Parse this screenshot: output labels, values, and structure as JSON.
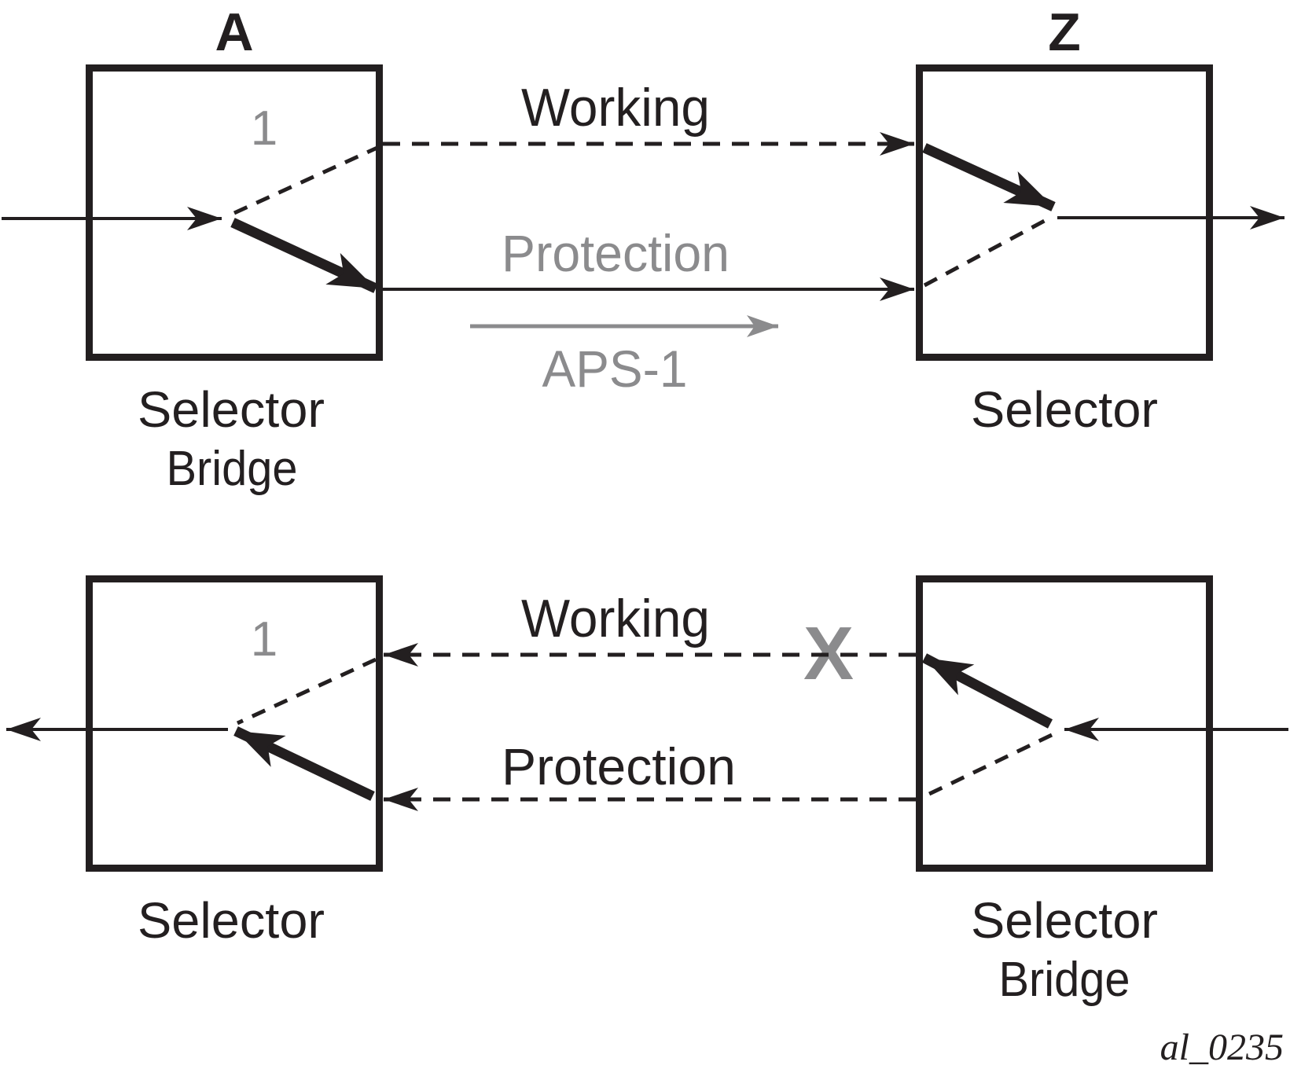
{
  "colors": {
    "ink": "#231f20",
    "gray": "#8b8b8d"
  },
  "top_diagram": {
    "node_a": "A",
    "node_z": "Z",
    "bridge_input_number": "1",
    "working_label": "Working",
    "protection_label": "Protection",
    "aps_label": "APS-1",
    "left_caption_line1": "Selector",
    "left_caption_line2": "Bridge",
    "right_caption": "Selector"
  },
  "bottom_diagram": {
    "selector_input_number": "1",
    "working_label": "Working",
    "protection_label": "Protection",
    "failure_mark": "X",
    "left_caption": "Selector",
    "right_caption_line1": "Selector",
    "right_caption_line2": "Bridge"
  },
  "figure_id": "al_0235"
}
